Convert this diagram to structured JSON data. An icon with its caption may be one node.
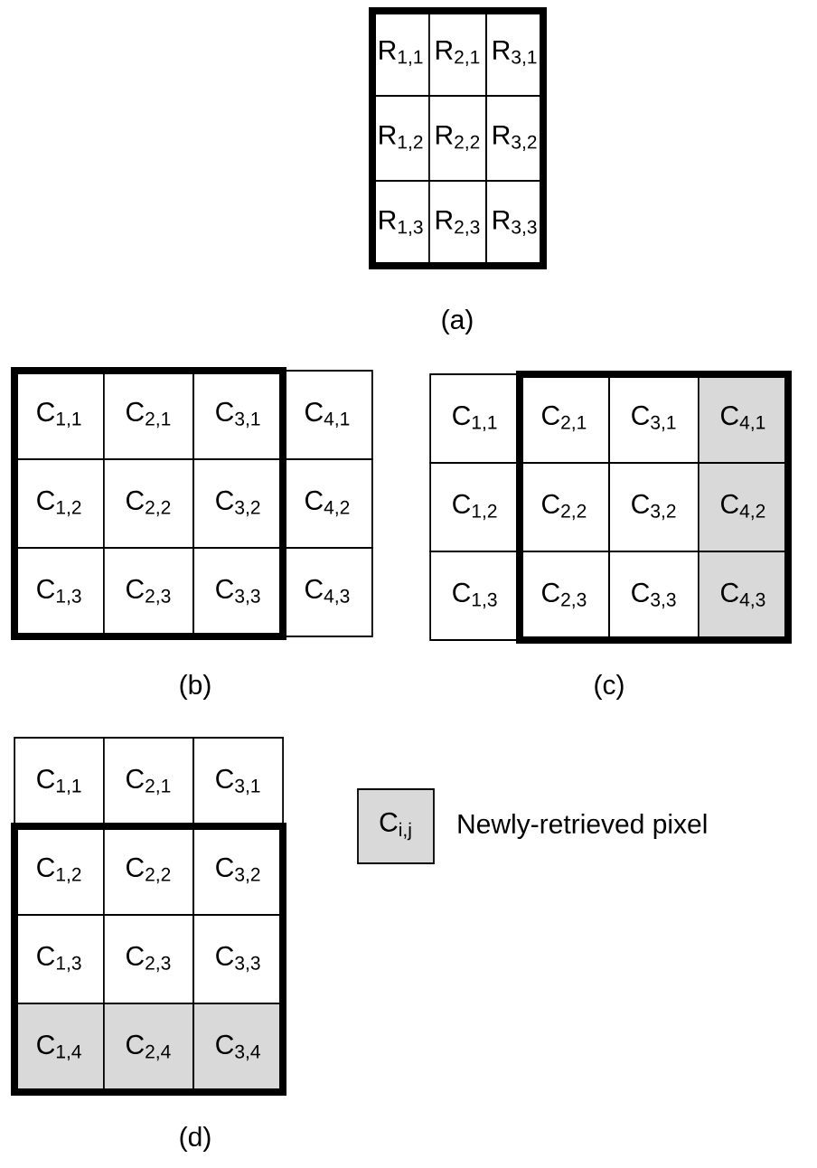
{
  "diagram": {
    "nodes": [
      {
        "text": [
          "R$_{1,1}$"
        ]
      },
      {
        "text": [
          "R$_{2,1}$"
        ]
      },
      {
        "text": [
          "R$_{3,1}$"
        ]
      },
      {
        "text": [
          "R$_{1,2}$"
        ]
      },
      {
        "text": [
          "R$_{2,2}$"
        ]
      },
      {
        "text": [
          "R$_{3,2}$"
        ]
      },
      {
        "text": [
          "R$_{1,3}$"
        ]
      },
      {
        "text": [
          "R$_{2,3}$"
        ]
      },
      {
        "text": [
          "R$_{3,3}$"
        ]
      },
      {
        "text": [
          "C$_{1,1}$"
        ]
      },
      {
        "text": [
          "C$_{2,1}$"
        ]
      },
      {
        "text": [
          "C$_{3,1}$"
        ]
      },
      {
        "text": [
          "C$_{4,1}$"
        ]
      },
      {
        "text": [
          "C$_{1,2}$"
        ]
      },
      {
        "text": [
          "C$_{2,2}$"
        ]
      },
      {
        "text": [
          "C$_{3,2}$"
        ]
      },
      {
        "text": [
          "C$_{4,2}$"
        ]
      },
      {
        "text": [
          "C$_{1,3}$"
        ]
      },
      {
        "text": [
          "C$_{2,3}$"
        ]
      },
      {
        "text": [
          "C$_{3,3}$"
        ]
      },
      {
        "text": [
          "C$_{4,3}$"
        ]
      },
      {
        "text": [
          "C$_{1,1}$"
        ]
      },
      {
        "text": [
          "C$_{2,1}$"
        ]
      },
      {
        "text": [
          "C$_{3,1}$"
        ]
      },
      {
        "text": [
          "C$_{4,1}$"
        ]
      },
      {
        "text": [
          "C$_{1,2}$"
        ]
      },
      {
        "text": [
          "C$_{2,2}$"
        ]
      },
      {
        "text": [
          "C$_{3,2}$"
        ]
      },
      {
        "text": [
          "C$_{4,2}$"
        ]
      },
      {
        "text": [
          "C$_{1,3}$"
        ]
      },
      {
        "text": [
          "C$_{2,3}$"
        ]
      },
      {
        "text": [
          "C$_{3,3}$"
        ]
      },
      {
        "text": [
          "C$_{4,3}$"
        ]
      },
      {
        "text": [
          "C$_{1,1}$"
        ]
      },
      {
        "text": [
          "C$_{2,1}$"
        ]
      },
      {
        "text": [
          "C$_{3,1}$"
        ]
      },
      {
        "text": [
          "C$_{1,2}$"
        ]
      },
      {
        "text": [
          "C$_{2,2}$"
        ]
      },
      {
        "text": [
          "C$_{3,2}$"
        ]
      },
      {
        "text": [
          "C$_{1,3}$"
        ]
      },
      {
        "text": [
          "C$_{2,3}$"
        ]
      },
      {
        "text": [
          "C$_{3,3}$"
        ]
      },
      {
        "text": [
          "C$_{1,4}$"
        ]
      },
      {
        "text": [
          "C$_{2,4}$"
        ]
      },
      {
        "text": [
          "C$_{3,4}$"
        ]
      }
    ],
    "labels": [
      "(a)",
      "(b)",
      "(c)",
      "C$_{i,j}$",
      "(d)"
    ],
    "legend": [
      {
        "text": "Newly-retrieved pixel",
        "color": "#d9d9d9"
      }
    ]
  }
}
